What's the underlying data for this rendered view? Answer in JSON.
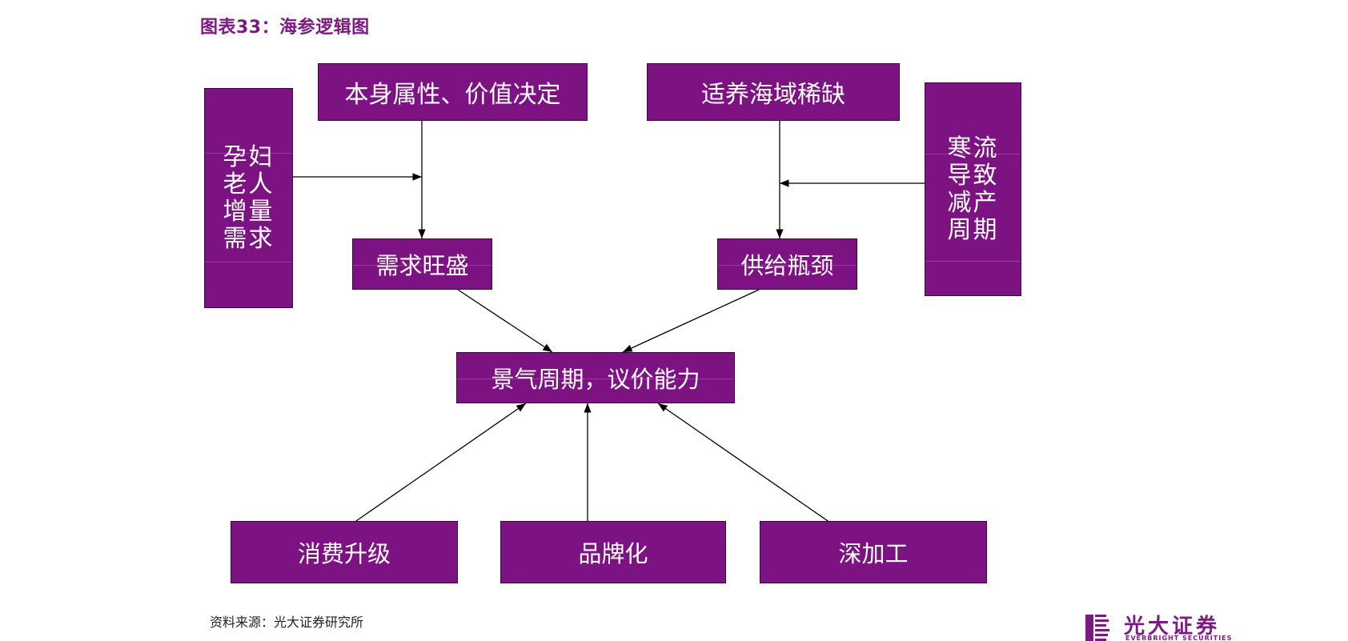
{
  "title": "图表33：海参逻辑图",
  "source": "资料来源：光大证券研究所",
  "logo": {
    "name_cn": "光大证券",
    "name_en": "EVERBRIGHT SECURITIES"
  },
  "colors": {
    "box_fill": "#7d1282",
    "title": "#7d1a82",
    "arrow": "#000000"
  },
  "nodes": {
    "intrinsic": "本身属性、价值决定",
    "demand_group": "孕妇老人增量需求",
    "demand_strong": "需求旺盛",
    "scarce_waters": "适养海域稀缺",
    "cold_current": "寒流导致减产周期",
    "supply_bottleneck": "供给瓶颈",
    "cycle_pricing": "景气周期，议价能力",
    "consumption_upgrade": "消费升级",
    "branding": "品牌化",
    "deep_processing": "深加工"
  }
}
